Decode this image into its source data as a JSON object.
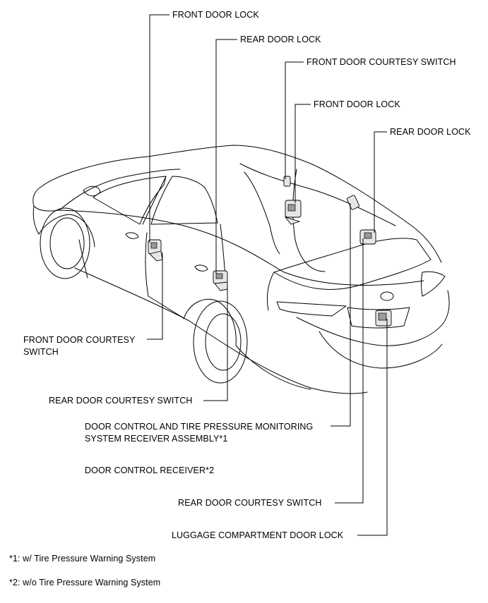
{
  "callouts": {
    "front_door_lock_left": "FRONT DOOR LOCK",
    "rear_door_lock_left": "REAR DOOR LOCK",
    "front_door_courtesy_switch_right": "FRONT DOOR COURTESY SWITCH",
    "front_door_lock_right": "FRONT DOOR LOCK",
    "rear_door_lock_right": "REAR DOOR LOCK",
    "front_door_courtesy_switch_left": "FRONT DOOR COURTESY\nSWITCH",
    "rear_door_courtesy_switch_left": "REAR DOOR COURTESY SWITCH",
    "door_control_receiver_assembly": "DOOR CONTROL AND TIRE PRESSURE MONITORING\nSYSTEM RECEIVER ASSEMBLY*1",
    "door_control_receiver": "DOOR CONTROL RECEIVER*2",
    "rear_door_courtesy_switch_right": "REAR DOOR COURTESY SWITCH",
    "luggage_compartment_door_lock": "LUGGAGE COMPARTMENT DOOR LOCK"
  },
  "footnotes": {
    "note1": "*1: w/ Tire Pressure Warning System",
    "note2": "*2: w/o Tire Pressure Warning System"
  }
}
